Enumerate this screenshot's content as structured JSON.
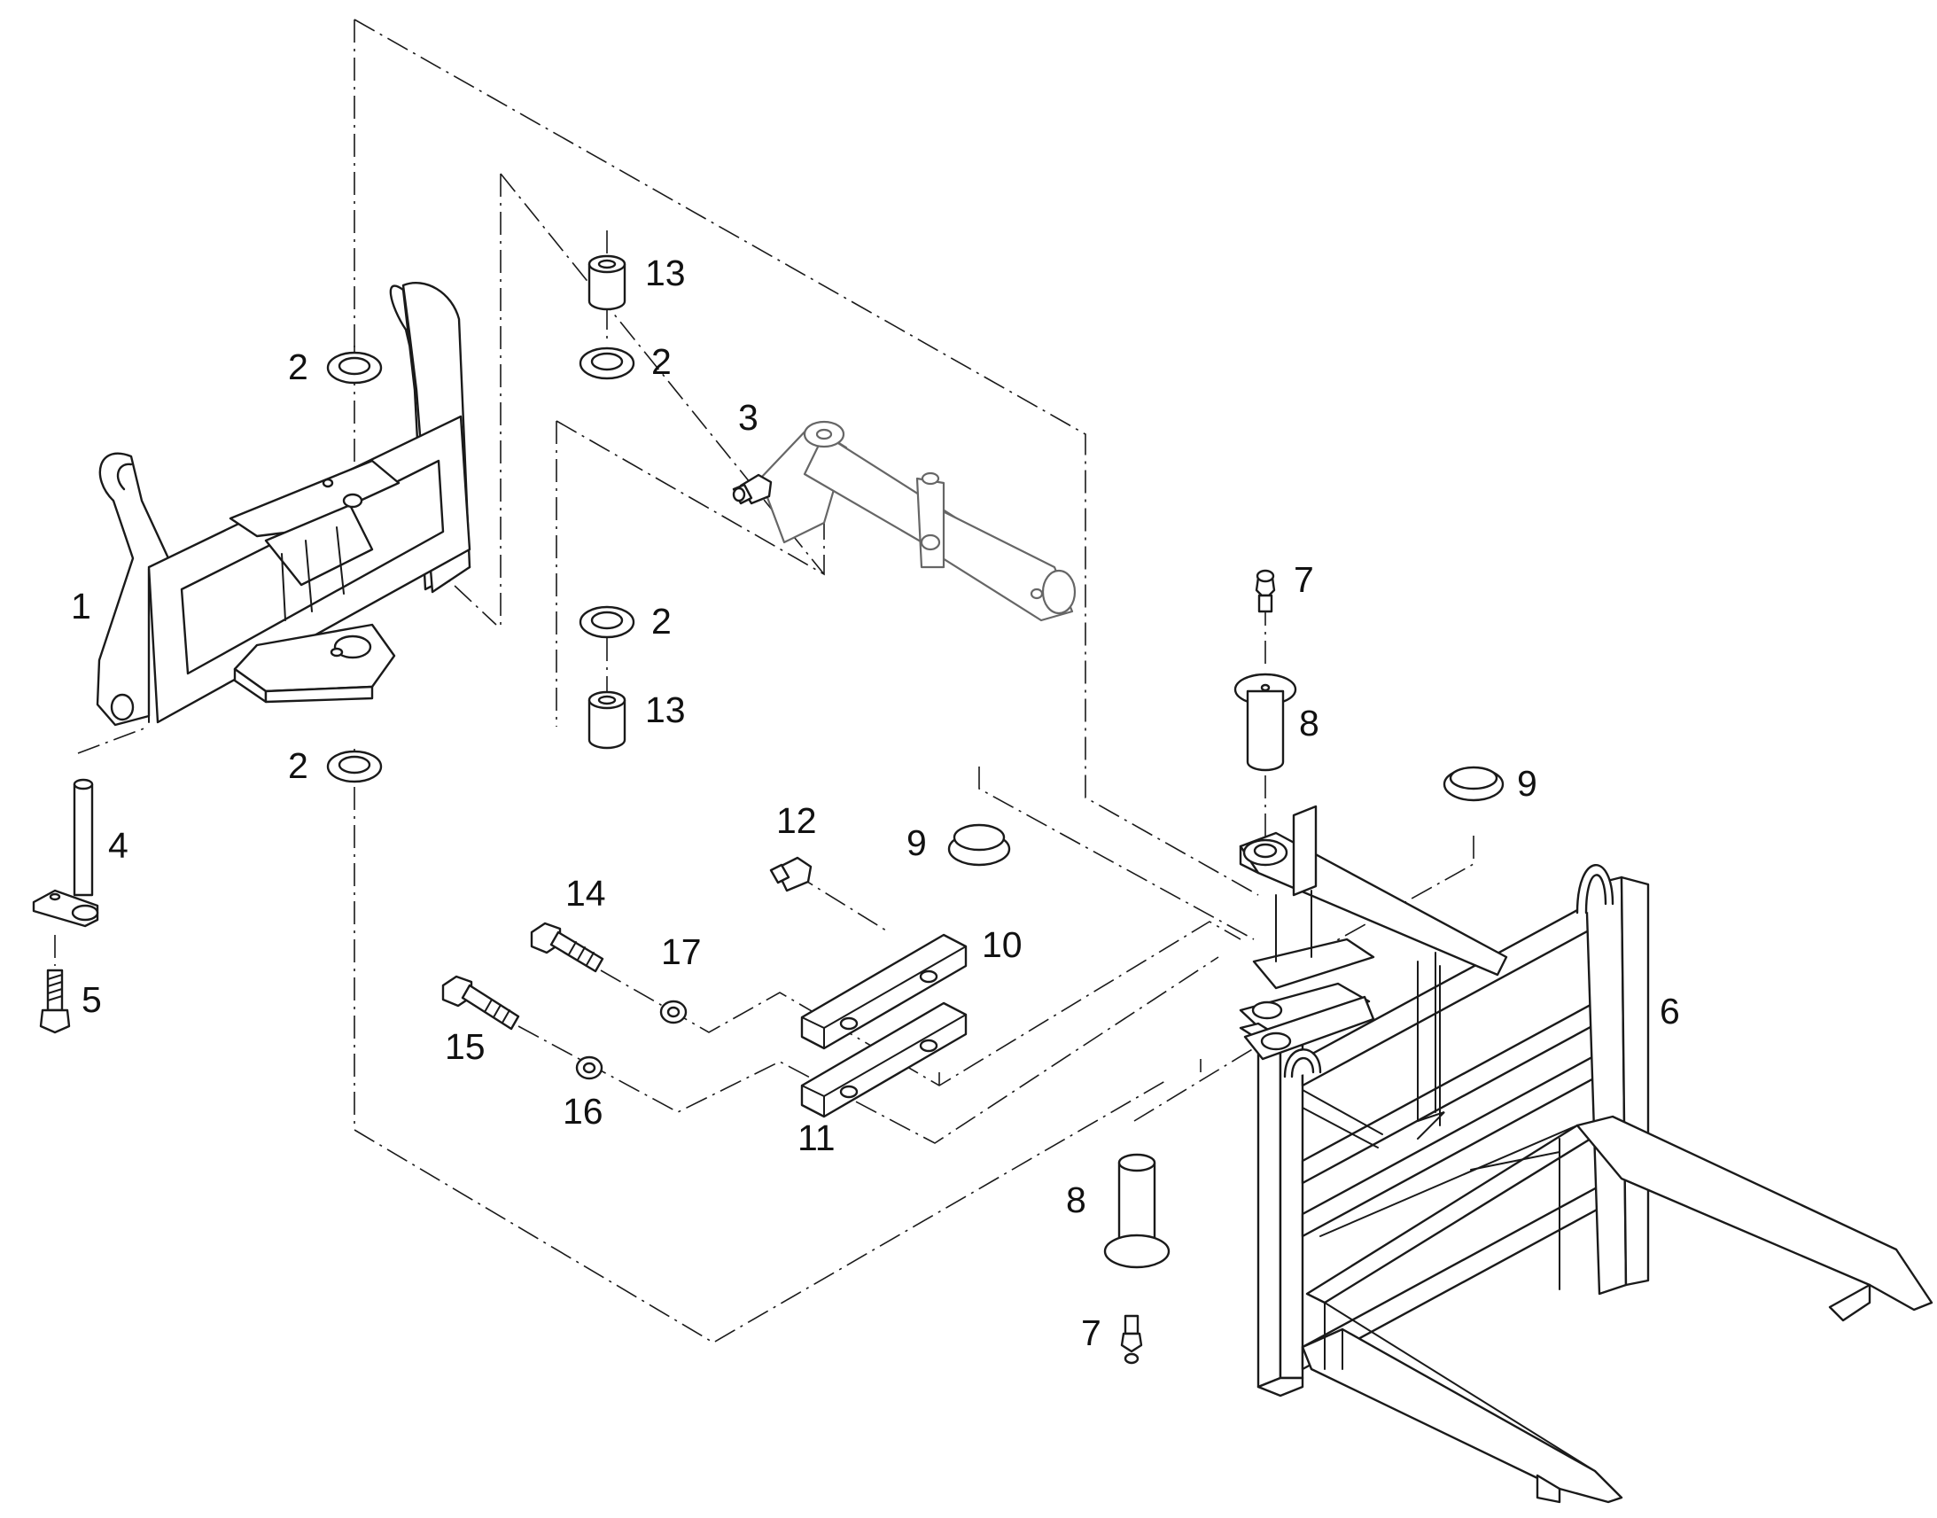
{
  "callouts": [
    {
      "id": "c1",
      "label": "1"
    },
    {
      "id": "c2a",
      "label": "2"
    },
    {
      "id": "c2b",
      "label": "2"
    },
    {
      "id": "c2c",
      "label": "2"
    },
    {
      "id": "c2d",
      "label": "2"
    },
    {
      "id": "c3",
      "label": "3"
    },
    {
      "id": "c4",
      "label": "4"
    },
    {
      "id": "c5",
      "label": "5"
    },
    {
      "id": "c6",
      "label": "6"
    },
    {
      "id": "c7a",
      "label": "7"
    },
    {
      "id": "c7b",
      "label": "7"
    },
    {
      "id": "c8a",
      "label": "8"
    },
    {
      "id": "c8b",
      "label": "8"
    },
    {
      "id": "c9a",
      "label": "9"
    },
    {
      "id": "c9b",
      "label": "9"
    },
    {
      "id": "c10",
      "label": "10"
    },
    {
      "id": "c11",
      "label": "11"
    },
    {
      "id": "c12",
      "label": "12"
    },
    {
      "id": "c13a",
      "label": "13"
    },
    {
      "id": "c13b",
      "label": "13"
    },
    {
      "id": "c14",
      "label": "14"
    },
    {
      "id": "c15",
      "label": "15"
    },
    {
      "id": "c16",
      "label": "16"
    },
    {
      "id": "c17",
      "label": "17"
    }
  ]
}
